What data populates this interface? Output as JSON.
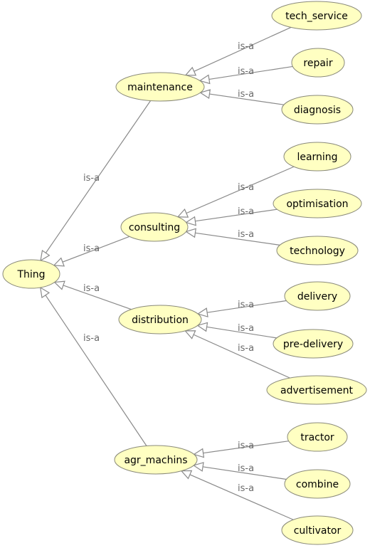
{
  "nodes": {
    "thing": "Thing",
    "maintenance": "maintenance",
    "consulting": "consulting",
    "distribution": "distribution",
    "agr_machins": "agr_machins",
    "tech_service": "tech_service",
    "repair": "repair",
    "diagnosis": "diagnosis",
    "learning": "learning",
    "optimisation": "optimisation",
    "technology": "technology",
    "delivery": "delivery",
    "pre_delivery": "pre-delivery",
    "advertisement": "advertisement",
    "tractor": "tractor",
    "combine": "combine",
    "cultivator": "cultivator"
  },
  "edge_label": "is-a",
  "edges": [
    {
      "from": "maintenance",
      "to": "thing"
    },
    {
      "from": "consulting",
      "to": "thing"
    },
    {
      "from": "distribution",
      "to": "thing"
    },
    {
      "from": "agr_machins",
      "to": "thing"
    },
    {
      "from": "tech_service",
      "to": "maintenance"
    },
    {
      "from": "repair",
      "to": "maintenance"
    },
    {
      "from": "diagnosis",
      "to": "maintenance"
    },
    {
      "from": "learning",
      "to": "consulting"
    },
    {
      "from": "optimisation",
      "to": "consulting"
    },
    {
      "from": "technology",
      "to": "consulting"
    },
    {
      "from": "delivery",
      "to": "distribution"
    },
    {
      "from": "pre_delivery",
      "to": "distribution"
    },
    {
      "from": "advertisement",
      "to": "distribution"
    },
    {
      "from": "tractor",
      "to": "agr_machins"
    },
    {
      "from": "combine",
      "to": "agr_machins"
    },
    {
      "from": "cultivator",
      "to": "agr_machins"
    }
  ],
  "colors": {
    "node_fill": "#ffffc2",
    "node_stroke": "#8a8a7a",
    "edge": "#8a8a8a",
    "edge_label": "#6a6a6a"
  }
}
